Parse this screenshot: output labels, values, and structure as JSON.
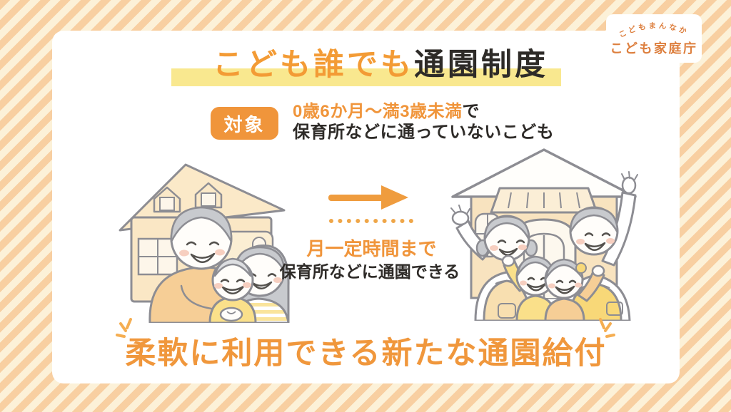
{
  "background": {
    "stripe_dark": "#F8CFA1",
    "stripe_light": "#FCF1D8"
  },
  "agency_badge": {
    "tagline": "こどもまんなか",
    "name": "こども家庭庁",
    "text_color": "#DD7F3E"
  },
  "title": {
    "emphasis": "こども誰でも",
    "rest": "通園制度",
    "emphasis_color": "#F39B35",
    "text_color": "#2E2B28",
    "highlight_color": "#F9E88F"
  },
  "target_section": {
    "badge_label": "対象",
    "badge_color": "#F0953B",
    "condition_emphasis": "0歳6か月〜満3歳未満",
    "condition_suffix": "で",
    "condition_line2": "保育所などに通っていないこども"
  },
  "flow": {
    "arrow_icon": "right-arrow",
    "caption_emphasis": "月一定時間まで",
    "caption_line2": "保育所などに通園できる",
    "accent_color": "#EF9C3E"
  },
  "illustrations": {
    "left_label": "family-at-home",
    "right_label": "children-at-daycare"
  },
  "footer": {
    "headline": "柔軟に利用できる新たな通園給付",
    "headline_color": "#F0973C"
  }
}
